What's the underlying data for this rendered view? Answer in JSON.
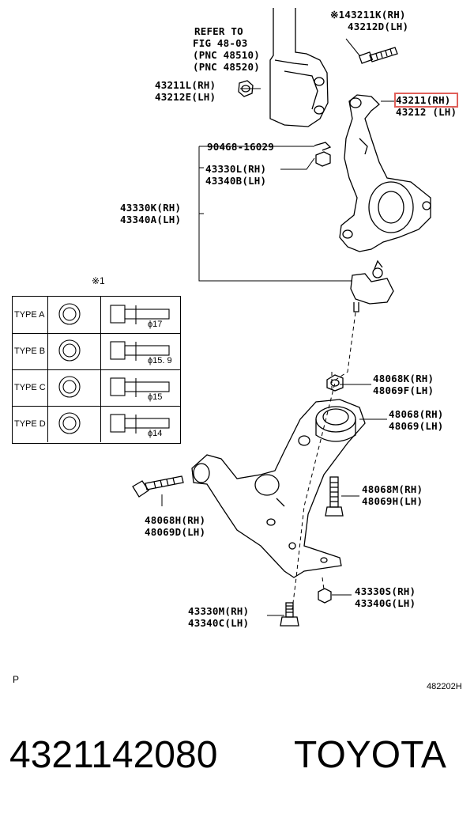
{
  "labels": {
    "refer": [
      "REFER TO",
      "FIG 48-03",
      "(PNC 48510)",
      "(PNC 48520)"
    ],
    "p43211K": [
      "※1",
      "43211K(RH)",
      "43212D(LH)"
    ],
    "p43211L": [
      "43211L(RH)",
      "43212E(LH)"
    ],
    "p43211": [
      "43211(RH)",
      "43212 (LH)"
    ],
    "p90468": "90468-16029",
    "p43330L": [
      "43330L(RH)",
      "43340B(LH)"
    ],
    "p43330K": [
      "43330K(RH)",
      "43340A(LH)"
    ],
    "p48068K": [
      "48068K(RH)",
      "48069F(LH)"
    ],
    "p48068": [
      "48068(RH)",
      "48069(LH)"
    ],
    "p48068M": [
      "48068M(RH)",
      "48069H(LH)"
    ],
    "p48068H": [
      "48068H(RH)",
      "48069D(LH)"
    ],
    "p43330S": [
      "43330S(RH)",
      "43340G(LH)"
    ],
    "p43330M": [
      "43330M(RH)",
      "43340C(LH)"
    ]
  },
  "table": {
    "marker": "※1",
    "rows": [
      {
        "type": "TYPE A",
        "size": "ϕ17"
      },
      {
        "type": "TYPE B",
        "size": "ϕ15. 9"
      },
      {
        "type": "TYPE C",
        "size": "ϕ15"
      },
      {
        "type": "TYPE D",
        "size": "ϕ14"
      }
    ]
  },
  "corner": {
    "left": "P",
    "right": "482202H"
  },
  "footer": {
    "part_number": "4321142080",
    "brand": "TOYOTA"
  },
  "colors": {
    "highlight": "#e0605a",
    "ink": "#000000"
  }
}
